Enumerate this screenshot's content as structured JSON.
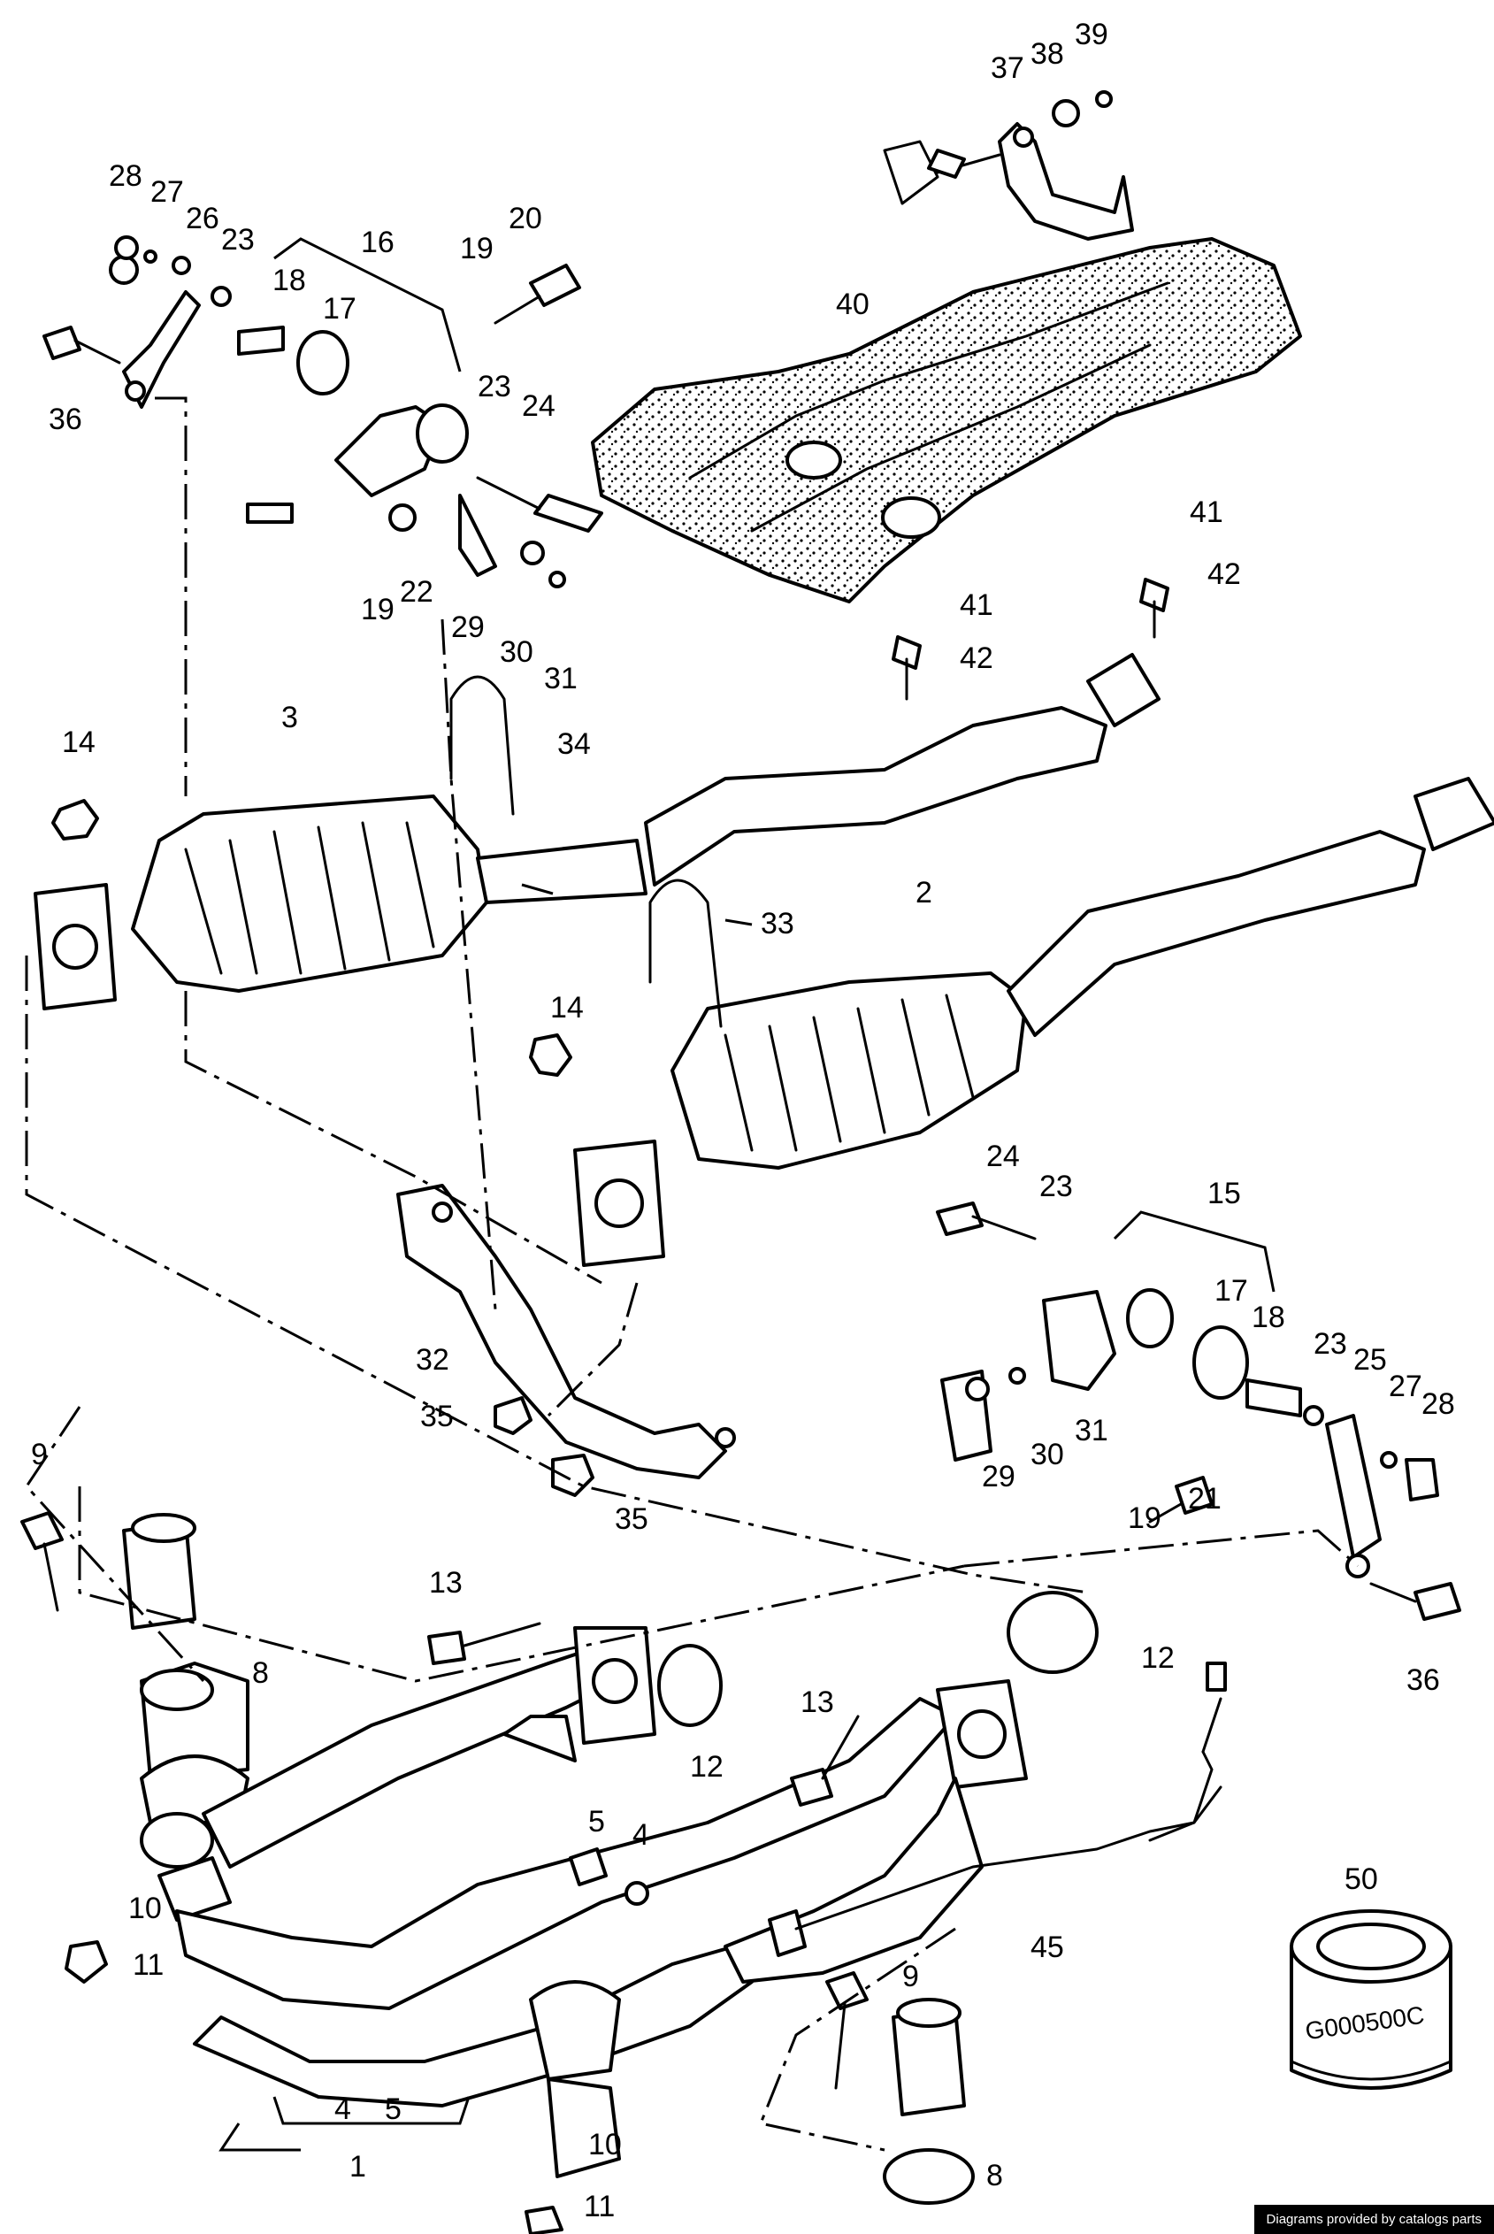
{
  "part_numbers": [
    "1",
    "2",
    "3",
    "4",
    "5",
    "8",
    "9",
    "10",
    "11",
    "12",
    "13",
    "14",
    "15",
    "16",
    "17",
    "18",
    "19",
    "20",
    "21",
    "22",
    "23",
    "24",
    "25",
    "26",
    "27",
    "28",
    "29",
    "30",
    "31",
    "32",
    "33",
    "34",
    "35",
    "36",
    "37",
    "38",
    "39",
    "40",
    "41",
    "42",
    "45",
    "50"
  ],
  "labels": {
    "l28a": "28",
    "l27a": "27",
    "l26": "26",
    "l23a": "23",
    "l18a": "18",
    "l16": "16",
    "l17a": "17",
    "l19a": "19",
    "l20": "20",
    "l36a": "36",
    "l23b": "23",
    "l24a": "24",
    "l19b": "19",
    "l22": "22",
    "l29a": "29",
    "l30a": "30",
    "l31a": "31",
    "l37": "37",
    "l38": "38",
    "l39": "39",
    "l40": "40",
    "l41a": "41",
    "l42a": "42",
    "l41b": "41",
    "l42b": "42",
    "l14a": "14",
    "l3": "3",
    "l34": "34",
    "l33": "33",
    "l2": "2",
    "l14b": "14",
    "l24b": "24",
    "l23c": "23",
    "l15": "15",
    "l17b": "17",
    "l18b": "18",
    "l23d": "23",
    "l25": "25",
    "l27b": "27",
    "l28b": "28",
    "l29b": "29",
    "l30b": "30",
    "l31b": "31",
    "l19c": "19",
    "l21": "21",
    "l36b": "36",
    "l32": "32",
    "l35a": "35",
    "l35b": "35",
    "l9a": "9",
    "l8a": "8",
    "l13a": "13",
    "l12a": "12",
    "l12b": "12",
    "l13b": "13",
    "l5a": "5",
    "l4a": "4",
    "l10a": "10",
    "l11a": "11",
    "l45": "45",
    "l50": "50",
    "l4b": "4",
    "l5b": "5",
    "l1": "1",
    "l9b": "9",
    "l10b": "10",
    "l8b": "8",
    "l11b": "11"
  },
  "product_code": "G000500C",
  "credit": "Diagrams provided by catalogs parts"
}
